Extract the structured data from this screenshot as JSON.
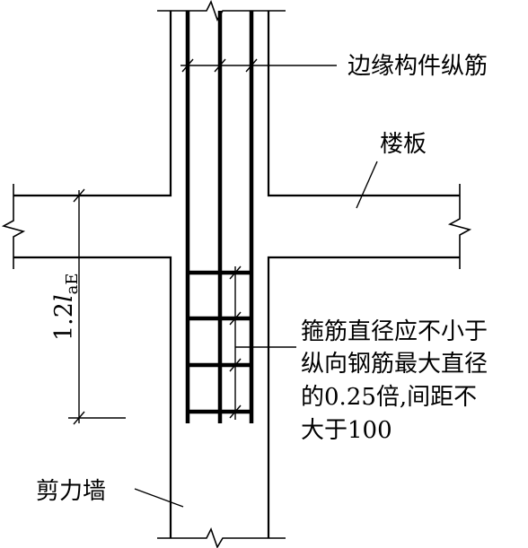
{
  "labels": {
    "edge_longitudinal_bars": "边缘构件纵筋",
    "floor_slab": "楼板",
    "stirrup_line1": "箍筋直径应不小于",
    "stirrup_line2": "纵向钢筋最大直径",
    "stirrup_line3": "的0.25倍,间距不",
    "stirrup_line4": "大于100",
    "shear_wall": "剪力墙"
  },
  "dimension": {
    "prefix": "1.2",
    "symbol": "l",
    "subscript": "aE"
  }
}
